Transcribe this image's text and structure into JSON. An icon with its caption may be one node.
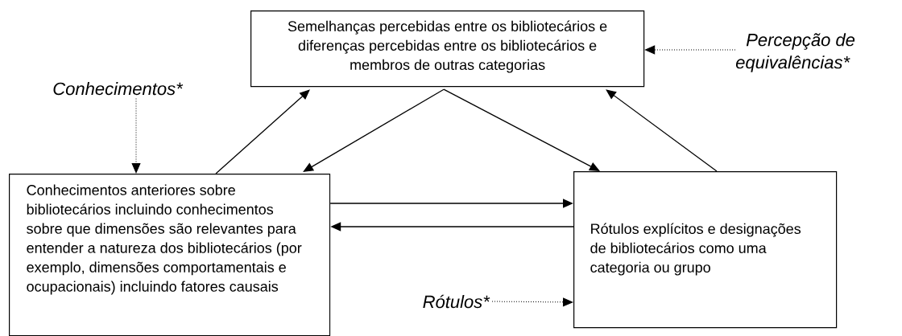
{
  "diagram": {
    "nodes": [
      {
        "text": [
          "Semelhanças percebidas entre os bibliotecários e diferenças percebidas entre os bibliotecários e membros de outras categorias"
        ]
      },
      {
        "text": [
          "Conhecimentos anteriores sobre bibliotecários incluindo conhecimentos sobre que dimensões são relevantes para entender a natureza dos bibliotecários (por exemplo, dimensões comportamentais e ocupacionais) incluindo fatores causais"
        ]
      },
      {
        "text": [
          "Rótulos explícitos e designações de bibliotecários como uma categoria ou grupo"
        ]
      },
      {
        "text": [
          "Conhecimentos*"
        ]
      },
      {
        "text": [
          "Percepção de equivalências*"
        ]
      },
      {
        "text": [
          "Rótulos*"
        ]
      }
    ],
    "edges": [
      {
        "from": 1,
        "to": 0,
        "arrow": "to"
      },
      {
        "from": 0,
        "to": 1,
        "arrow": "to"
      },
      {
        "from": 0,
        "to": 2,
        "arrow": "to"
      },
      {
        "from": 2,
        "to": 0,
        "arrow": "to"
      },
      {
        "from": 1,
        "to": 2,
        "arrow": "to"
      },
      {
        "from": 2,
        "to": 1,
        "arrow": "to"
      },
      {
        "from": 3,
        "to": 1,
        "arrow": "to",
        "style": "dashed"
      },
      {
        "from": 4,
        "to": 0,
        "arrow": "to",
        "style": "dashed"
      },
      {
        "from": 5,
        "to": 2,
        "arrow": "to",
        "style": "dashed"
      }
    ]
  }
}
